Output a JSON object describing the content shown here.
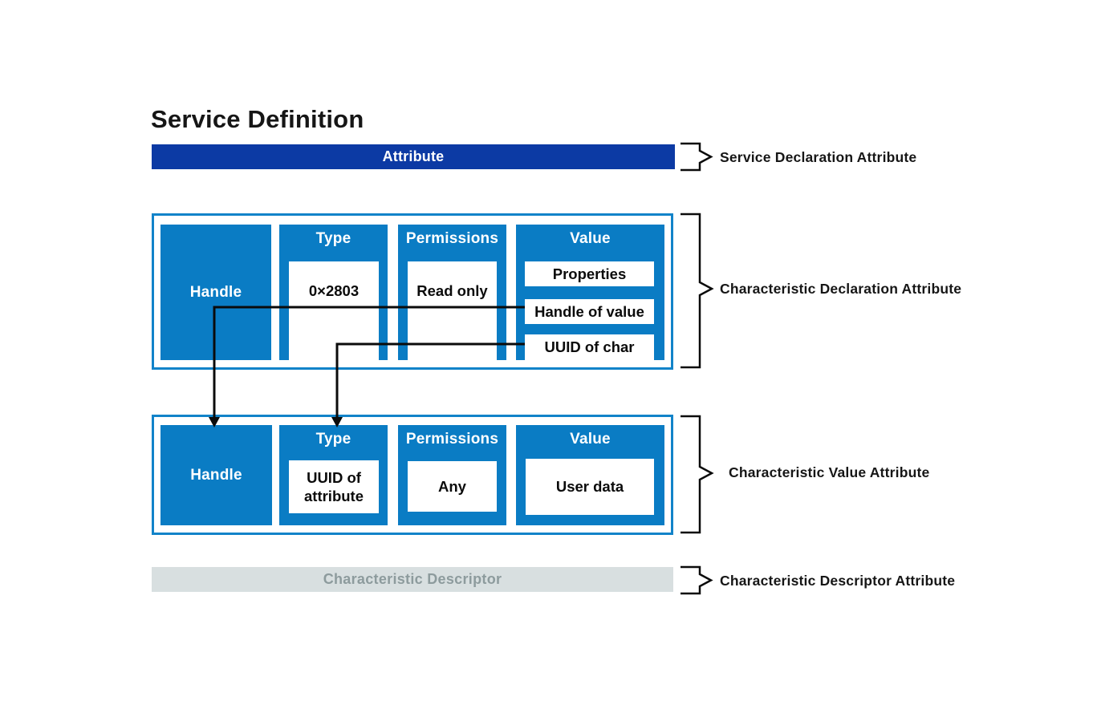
{
  "title": "Service Definition",
  "colors": {
    "dark_blue": "#0c3aa4",
    "blue": "#0a7cc4",
    "border_blue": "#1283c9",
    "gray_bar_bg": "#d8dfe0",
    "gray_bar_text": "#8d9b9d",
    "ink": "#161616"
  },
  "service_declaration": {
    "bar_label": "Attribute",
    "bracket_label": "Service Declaration Attribute"
  },
  "characteristic_declaration": {
    "bracket_label": "Characteristic Declaration Attribute",
    "handle": "Handle",
    "type": {
      "header": "Type",
      "value": "0×2803"
    },
    "permissions": {
      "header": "Permissions",
      "value": "Read only"
    },
    "value": {
      "header": "Value",
      "items": [
        "Properties",
        "Handle of value",
        "UUID of char"
      ]
    }
  },
  "characteristic_value": {
    "bracket_label": "Characteristic Value Attribute",
    "handle": "Handle",
    "type": {
      "header": "Type",
      "value": "UUID of attribute"
    },
    "permissions": {
      "header": "Permissions",
      "value": "Any"
    },
    "value": {
      "header": "Value",
      "value": "User data"
    }
  },
  "characteristic_descriptor": {
    "bar_label": "Characteristic Descriptor",
    "bracket_label": "Characteristic Descriptor Attribute"
  }
}
